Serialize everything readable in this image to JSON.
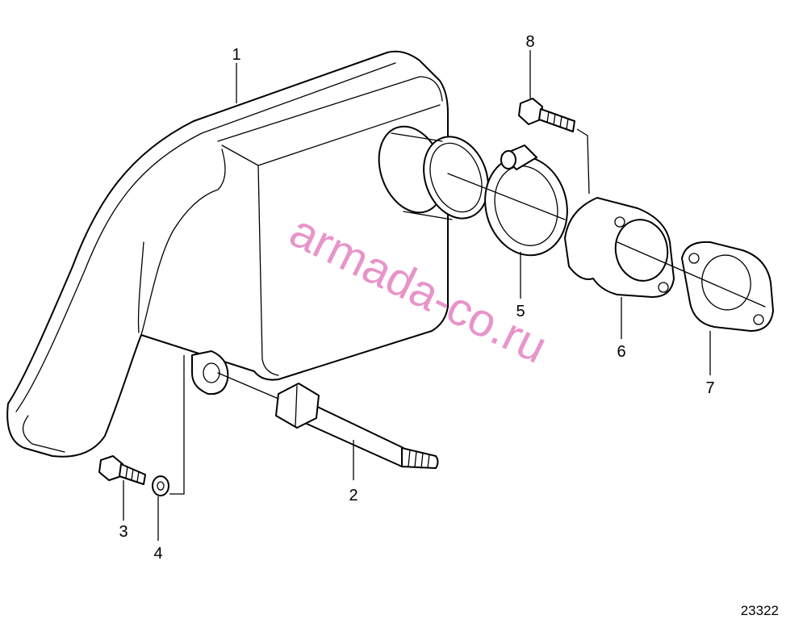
{
  "callouts": [
    {
      "id": "1",
      "label": "1"
    },
    {
      "id": "2",
      "label": "2"
    },
    {
      "id": "3",
      "label": "3"
    },
    {
      "id": "4",
      "label": "4"
    },
    {
      "id": "5",
      "label": "5"
    },
    {
      "id": "6",
      "label": "6"
    },
    {
      "id": "7",
      "label": "7"
    },
    {
      "id": "8",
      "label": "8"
    }
  ],
  "watermark": "armada-co.ru",
  "figure_number": "23322",
  "colors": {
    "line": "#000000",
    "background": "#ffffff",
    "watermark": "#e070b8"
  }
}
